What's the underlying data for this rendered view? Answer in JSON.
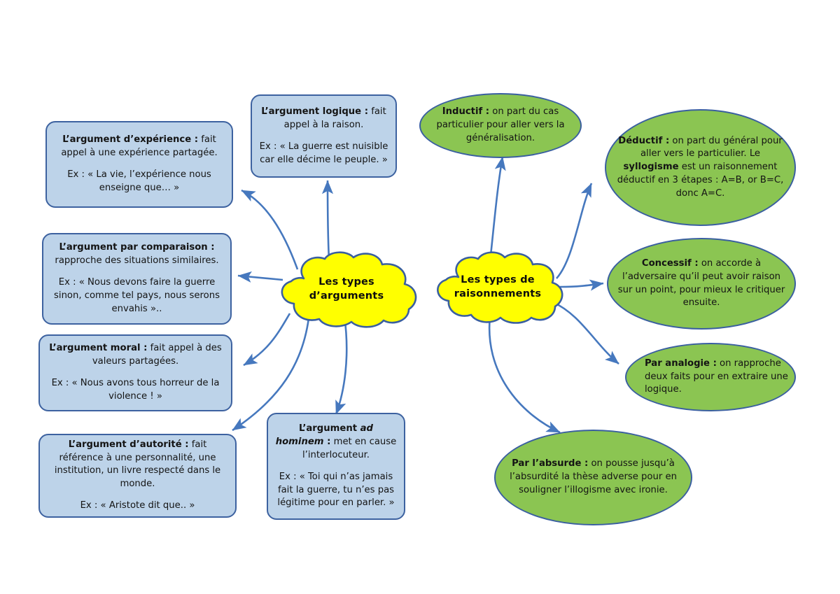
{
  "diagram": {
    "title_clouds": [
      {
        "id": "types-arguments",
        "label_line1": "Les types",
        "label_line2": "d’arguments",
        "fill": "#ffff00",
        "stroke": "#3a5fa0"
      },
      {
        "id": "types-raisonnements",
        "label_line1": "Les types de",
        "label_line2": "raisonnements",
        "fill": "#ffff00",
        "stroke": "#3a5fa0"
      }
    ],
    "argument_nodes": [
      {
        "id": "argument-experience",
        "term": "L’argument d’expérience :",
        "definition": " fait appel à une expérience partagée.",
        "example": "Ex : « La vie, l’expérience nous enseigne que… »"
      },
      {
        "id": "argument-logique",
        "term": "L’argument logique :",
        "definition": " fait appel à la raison.",
        "example": "Ex : « La guerre est nuisible car elle décime le peuple. »"
      },
      {
        "id": "argument-comparaison",
        "term": "L’argument par comparaison :",
        "definition": " rapproche des situations similaires.",
        "example": "Ex : « Nous devons faire la guerre sinon, comme tel pays, nous serons envahis ».."
      },
      {
        "id": "argument-moral",
        "term": "L’argument moral :",
        "definition": " fait appel à des valeurs partagées.",
        "example": "Ex : « Nous avons tous horreur de la violence ! »"
      },
      {
        "id": "argument-autorite",
        "term": "L’argument d’autorité :",
        "definition": " fait référence à une personnalité, une institution, un livre respecté dans le monde.",
        "example": "Ex : « Aristote dit que.. »"
      },
      {
        "id": "argument-ad-hominem",
        "term_prefix": "L’argument ",
        "term_italic": "ad hominem",
        "term_suffix": " :",
        "definition": " met en cause l’interlocuteur.",
        "example": "Ex : « Toi qui n’as jamais fait la guerre, tu n’es pas légitime pour en parler. »"
      }
    ],
    "reasoning_nodes": [
      {
        "id": "raisonnement-inductif",
        "term": "Inductif :",
        "definition": " on part du cas particulier pour aller vers la généralisation."
      },
      {
        "id": "raisonnement-deductif",
        "term": "Déductif :",
        "definition_part1": " on part du général pour aller vers le particulier. Le ",
        "emphasis": "syllogisme",
        "definition_part2": " est un raisonnement déductif en 3 étapes : A=B, or B=C, donc A=C."
      },
      {
        "id": "raisonnement-concessif",
        "term": "Concessif :",
        "definition": " on accorde à l’adversaire qu’il peut avoir raison sur un point, pour mieux le critiquer ensuite."
      },
      {
        "id": "raisonnement-par-analogie",
        "term": "Par analogie :",
        "definition": " on rapproche deux faits pour en extraire une logique."
      },
      {
        "id": "raisonnement-par-absurde",
        "term": "Par l’absurde :",
        "definition": " on pousse jusqu’à l’absurdité la thèse adverse pour en souligner l’illogisme avec ironie."
      }
    ],
    "colors": {
      "box_fill": "#bdd3e9",
      "box_stroke": "#3d62a0",
      "ellipse_fill": "#8bc552",
      "ellipse_stroke": "#3a5fa0",
      "cloud_fill": "#ffff00",
      "cloud_stroke": "#3a5fa0",
      "connector": "#4678be",
      "background": "#ffffff"
    }
  }
}
